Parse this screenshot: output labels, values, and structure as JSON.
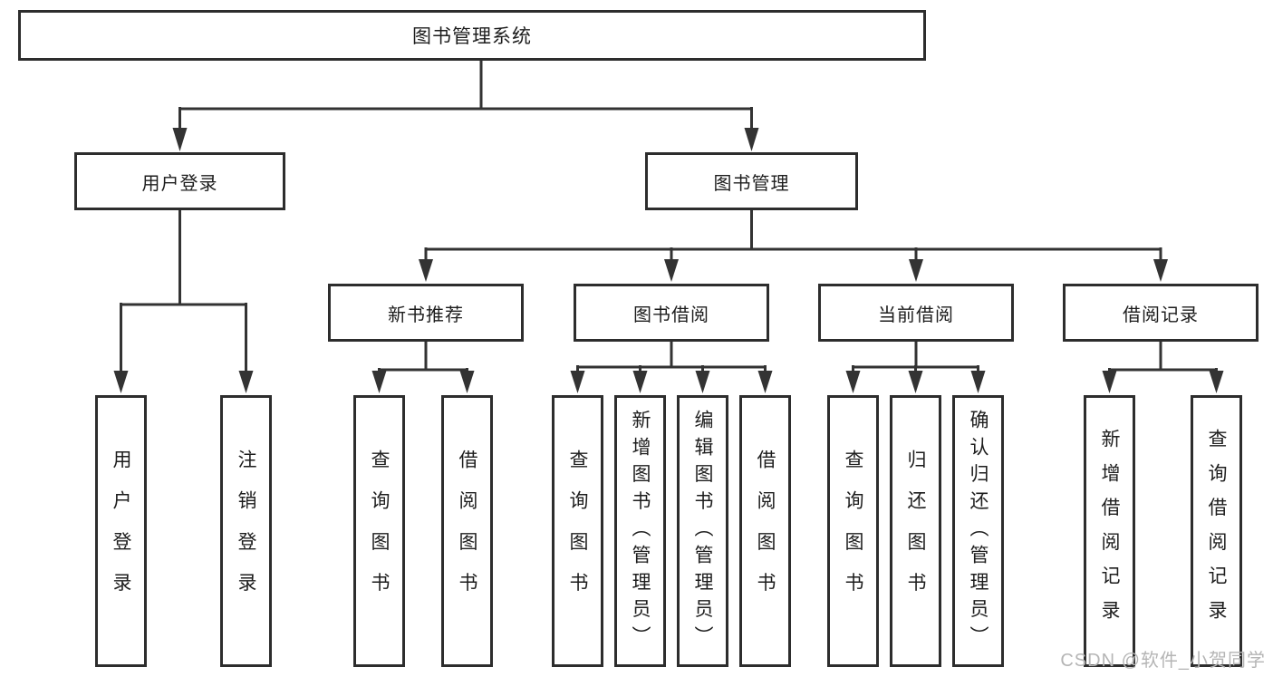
{
  "tree": {
    "root": {
      "label": "图书管理系统"
    },
    "branches": [
      {
        "label": "用户登录",
        "children": [
          {
            "label": "用户登录"
          },
          {
            "label": "注销登录"
          }
        ]
      },
      {
        "label": "图书管理",
        "children": [
          {
            "label": "新书推荐",
            "children": [
              {
                "label": "查询图书"
              },
              {
                "label": "借阅图书"
              }
            ]
          },
          {
            "label": "图书借阅",
            "children": [
              {
                "label": "查询图书"
              },
              {
                "label": "新增图书（管理员）"
              },
              {
                "label": "编辑图书（管理员）"
              },
              {
                "label": "借阅图书"
              }
            ]
          },
          {
            "label": "当前借阅",
            "children": [
              {
                "label": "查询图书"
              },
              {
                "label": "归还图书"
              },
              {
                "label": "确认归还（管理员）"
              }
            ]
          },
          {
            "label": "借阅记录",
            "children": [
              {
                "label": "新增借阅记录"
              },
              {
                "label": "查询借阅记录"
              }
            ]
          }
        ]
      }
    ]
  },
  "colors": {
    "line": "#333333",
    "box_border": "#2d2d2d",
    "text": "#1d1d1d",
    "watermark": "#b5b5b5"
  },
  "watermark": {
    "text": "CSDN @软件_小贺同学"
  }
}
